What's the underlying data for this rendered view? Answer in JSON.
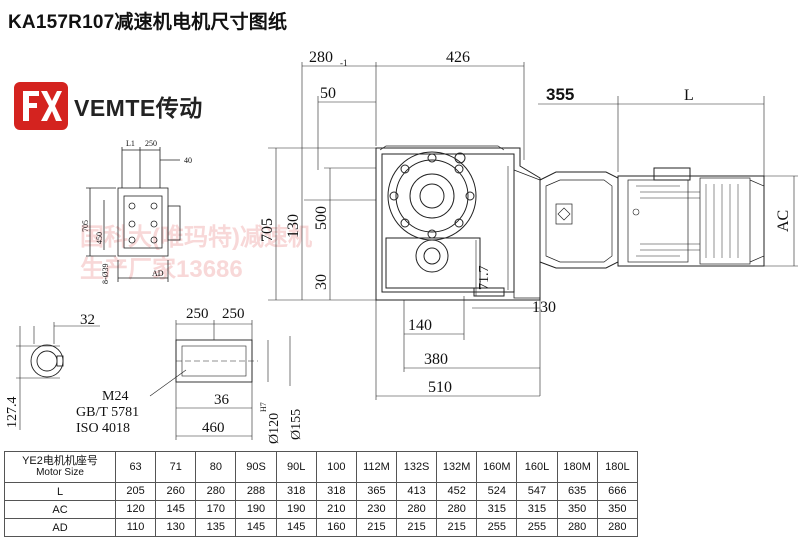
{
  "title": "KA157R107减速机电机尺寸图纸",
  "brand": {
    "name": "VEMTE传动",
    "logo_letters": "FX"
  },
  "watermark": {
    "line1": "国科大(唯玛特)减速机",
    "line2": "生产厂家13686 "
  },
  "dims": {
    "top_280": "280",
    "top_280_sub": "-1",
    "top_426": "426",
    "top_50": "50",
    "top_355": "355",
    "top_L": "L",
    "v_705": "705",
    "v_130": "130",
    "v_500": "500",
    "v_30": "30",
    "v_71_7": "71.7",
    "b_140": "140",
    "b_130": "130",
    "b_380": "380",
    "b_510": "510",
    "side_AC": "AC",
    "small_L1": "L1",
    "small_250": "250",
    "small_40": "40",
    "small_705": "705",
    "small_450": "450",
    "small_8_039": "8-Ø39",
    "small_AD": "AD",
    "shaft_32": "32",
    "shaft_127_4": "127.4",
    "shaft_250a": "250",
    "shaft_250b": "250",
    "shaft_M24": "M24",
    "shaft_GB": "GB/T  5781",
    "shaft_ISO": "ISO  4018",
    "shaft_36": "36",
    "shaft_460": "460",
    "shaft_120": "Ø120",
    "shaft_120_tol": "H7",
    "shaft_155": "Ø155"
  },
  "table": {
    "header_cn": "YE2电机机座号",
    "header_en": "Motor Size",
    "columns": [
      "63",
      "71",
      "80",
      "90S",
      "90L",
      "100",
      "112M",
      "132S",
      "132M",
      "160M",
      "160L",
      "180M",
      "180L"
    ],
    "rows": [
      {
        "label": "L",
        "values": [
          "205",
          "260",
          "280",
          "288",
          "318",
          "318",
          "365",
          "413",
          "452",
          "524",
          "547",
          "635",
          "666"
        ]
      },
      {
        "label": "AC",
        "values": [
          "120",
          "145",
          "170",
          "190",
          "190",
          "210",
          "230",
          "280",
          "280",
          "315",
          "315",
          "350",
          "350"
        ]
      },
      {
        "label": "AD",
        "values": [
          "110",
          "130",
          "135",
          "145",
          "145",
          "160",
          "215",
          "215",
          "215",
          "255",
          "255",
          "280",
          "280"
        ]
      }
    ]
  }
}
